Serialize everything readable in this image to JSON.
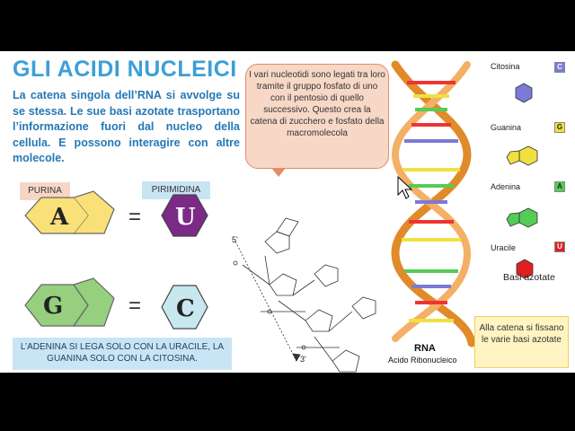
{
  "title": "GLI ACIDI NUCLEICI",
  "intro": "La catena singola dell’RNA si avvolge su se stessa. Le sue basi azotate trasportano l’informazione fuori dal nucleo della cellula. E possono interagire con altre molecole.",
  "tags": {
    "purina": "PURINA",
    "pirimidina": "PIRIMIDINA"
  },
  "pairs": [
    {
      "purine": "A",
      "pyrimidine": "U",
      "equals": "="
    },
    {
      "purine": "G",
      "pyrimidine": "C",
      "equals": "="
    }
  ],
  "callout": "I vari nucleotidi sono legati tra loro tramite il gruppo fosfato di uno con il pentosio di quello successivo. Questo crea la catena di zucchero e fosfato della macromolecola",
  "footer_note": "L’ADENINA SI LEGA SOLO CON LA URACILE, LA GUANINA SOLO CON LA CITOSINA.",
  "strand_labels": {
    "five_prime": "5'",
    "three_prime": "3'"
  },
  "rna": {
    "label": "RNA",
    "sub": "Acido Ribonucleico"
  },
  "bases": [
    {
      "name": "Citosina",
      "letter": "C",
      "color": "#7a7ad8"
    },
    {
      "name": "Guanina",
      "letter": "G",
      "color": "#f0e040"
    },
    {
      "name": "Adenina",
      "letter": "A",
      "color": "#55cc55"
    },
    {
      "name": "Uracile",
      "letter": "U",
      "color": "#e02020"
    }
  ],
  "basi_azotate": "Basi azotate",
  "yellow_note": "Alla catena si fissano le varie basi azotate",
  "colors": {
    "title": "#3d9fd6",
    "intro": "#2478b5",
    "adenine": "#f9e079",
    "uracil": "#7b2a86",
    "guanine": "#96cf7e",
    "cytosine": "#c7e8ee",
    "helix": "#e08a2a"
  }
}
